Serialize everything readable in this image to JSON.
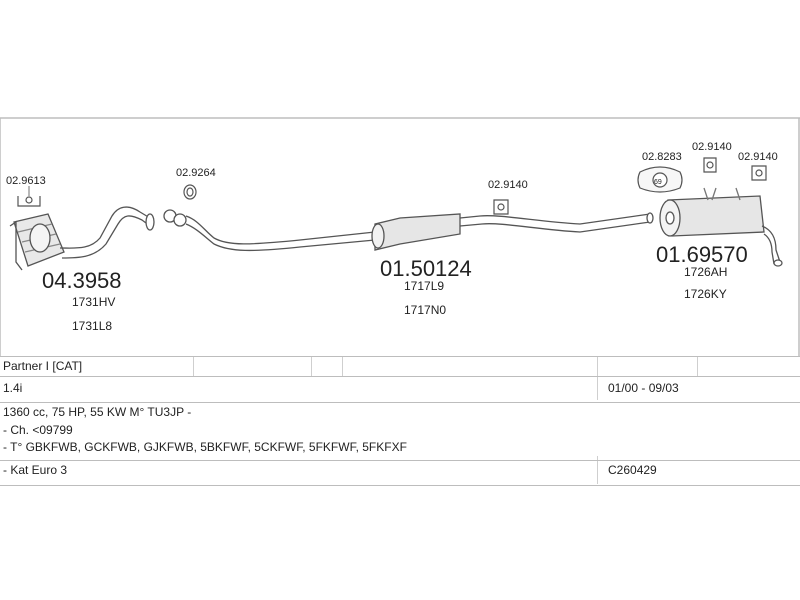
{
  "parts": [
    {
      "code": "04.3958",
      "refs": [
        "1731HV",
        "1731L8"
      ],
      "clamp": "02.9613"
    },
    {
      "code": "01.50124",
      "refs": [
        "1717L9",
        "1717N0"
      ],
      "clamp": "02.9264",
      "hanger": "02.9140"
    },
    {
      "code": "01.69570",
      "refs": [
        "1726AH",
        "1726KY"
      ],
      "fittings": [
        "02.8283",
        "02.9140",
        "02.9140"
      ]
    }
  ],
  "badge": "69",
  "colors": {
    "line": "#555555",
    "border": "#bdbdbd",
    "text": "#222222"
  },
  "table": {
    "title": "Partner I [CAT]",
    "engine": "1.4i",
    "date_range": "01/00 - 09/03",
    "details": [
      "1360 cc, 75 HP, 55 KW M° TU3JP -",
      "- Ch. <09799",
      "- T° GBKFWB, GCKFWB, GJKFWB, 5BKFWF, 5CKFWF, 5FKFWF, 5FKFXF"
    ],
    "kat": "- Kat Euro 3",
    "kit_code": "C260429"
  }
}
